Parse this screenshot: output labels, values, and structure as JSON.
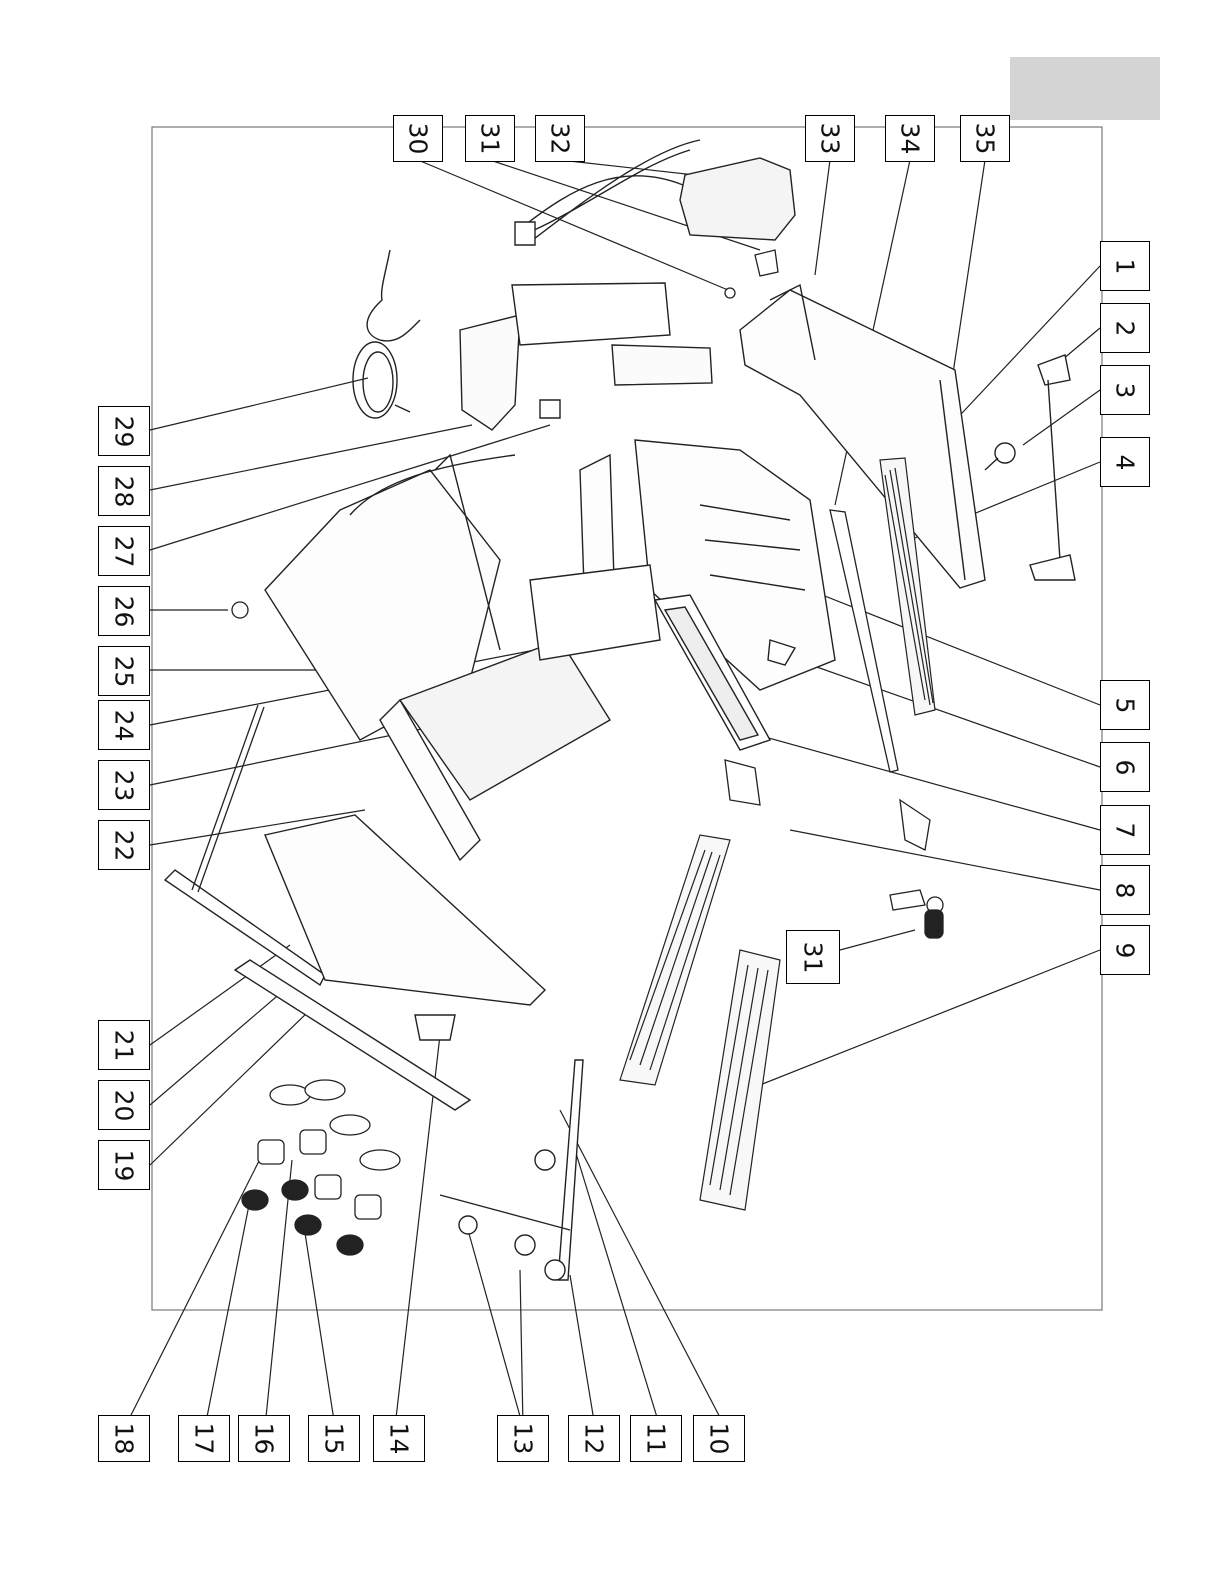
{
  "header": {
    "tab_color": "#d4d4d4"
  },
  "diagram": {
    "orientation": "rotated-90",
    "callouts": {
      "c1": "1",
      "c2": "2",
      "c3": "3",
      "c4": "4",
      "c5": "5",
      "c6": "6",
      "c7": "7",
      "c8": "8",
      "c9": "9",
      "c10": "10",
      "c11": "11",
      "c12": "12",
      "c13": "13",
      "c14": "14",
      "c15": "15",
      "c16": "16",
      "c17": "17",
      "c18": "18",
      "c19": "19",
      "c20": "20",
      "c21": "21",
      "c22": "22",
      "c23": "23",
      "c24": "24",
      "c25": "25",
      "c26": "26",
      "c27": "27",
      "c28": "28",
      "c29": "29",
      "c30": "30",
      "c31a": "31",
      "c31b": "31",
      "c32": "32",
      "c33": "33",
      "c34": "34",
      "c35": "35"
    }
  }
}
